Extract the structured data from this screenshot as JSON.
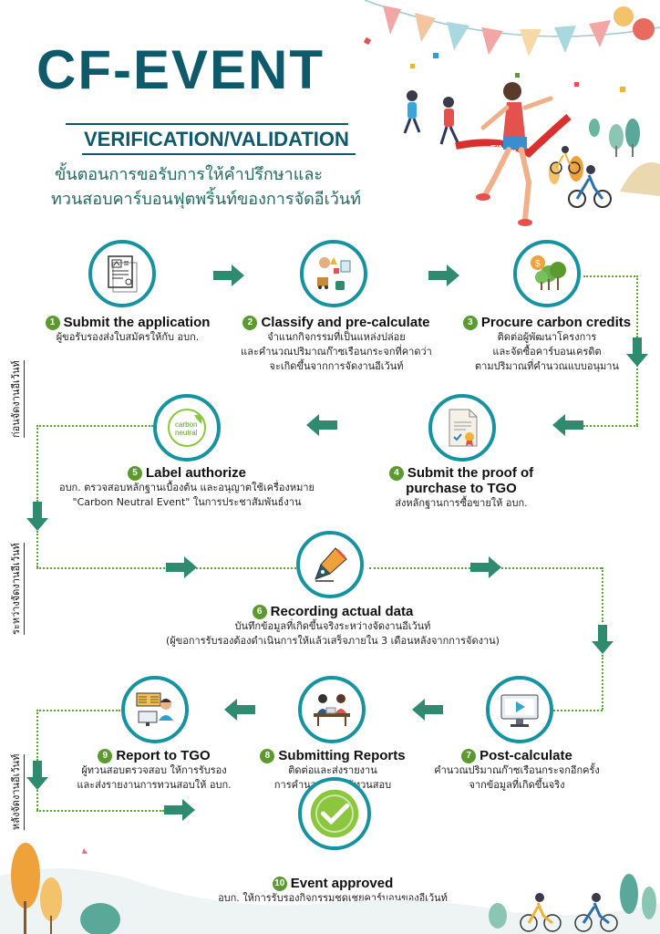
{
  "header": {
    "title": "CF-EVENT",
    "subtitle": "VERIFICATION/VALIDATION",
    "thai_line1": "ขั้นตอนการขอรับการให้คำปรึกษาและ",
    "thai_line2": "ทวนสอบคาร์บอนฟุตพริ้นท์ของการจัดอีเว้นท์",
    "finish_banner": "FINISH"
  },
  "phases": {
    "before": "ก่อนจัดงานอีเว้นท์",
    "during": "ระหว่างจัดงานอีเว้นท์",
    "after": "หลังจัดงานอีเว้นท์"
  },
  "steps": [
    {
      "num": "1",
      "title": "Submit the application",
      "desc": [
        "ผู้ขอรับรองส่งใบสมัครให้กับ อบก."
      ],
      "icon": "application-form-icon"
    },
    {
      "num": "2",
      "title": "Classify and pre-calculate",
      "desc": [
        "จำแนกกิจกรรมที่เป็นแหล่งปล่อย",
        "และคำนวณปริมาณก๊าซเรือนกระจกที่คาดว่า",
        "จะเกิดขึ้นจากการจัดงานอีเว้นท์"
      ],
      "icon": "activities-icon"
    },
    {
      "num": "3",
      "title": "Procure carbon credits",
      "desc": [
        "ติดต่อผู้พัฒนาโครงการ",
        "และจัดซื้อคาร์บอนเครดิต",
        "ตามปริมาณที่คำนวณแบบอนุมาน"
      ],
      "icon": "trees-coin-icon"
    },
    {
      "num": "4",
      "title": "Submit the proof of",
      "title2": "purchase to TGO",
      "desc": [
        "ส่งหลักฐานการซื้อขายให้ อบก."
      ],
      "icon": "certificate-icon"
    },
    {
      "num": "5",
      "title": "Label authorize",
      "desc": [
        "อบก. ตรวจสอบหลักฐานเบื้องต้น และอนุญาตใช้เครื่องหมาย",
        "\"Carbon Neutral Event\" ในการประชาสัมพันธ์งาน"
      ],
      "icon": "carbon-neutral-label-icon",
      "label_text": [
        "carbon",
        "neutral"
      ]
    },
    {
      "num": "6",
      "title": "Recording actual data",
      "desc": [
        "บันทึกข้อมูลที่เกิดขึ้นจริงระหว่างจัดงานอีเว้นท์",
        "(ผู้ขอการรับรองต้องดำเนินการให้แล้วเสร็จภายใน 3 เดือนหลังจากการจัดงาน)"
      ],
      "icon": "pen-nib-icon"
    },
    {
      "num": "7",
      "title": "Post-calculate",
      "desc": [
        "คำนวณปริมาณก๊าซเรือนกระจกอีกครั้ง",
        "จากข้อมูลที่เกิดขึ้นจริง"
      ],
      "icon": "monitor-icon"
    },
    {
      "num": "8",
      "title": "Submitting Reports",
      "desc": [
        "ติดต่อและส่งรายงาน",
        "การคำนวณไปยังผู้ทวนสอบ"
      ],
      "icon": "meeting-icon"
    },
    {
      "num": "9",
      "title": "Report to TGO",
      "desc": [
        "ผู้ทวนสอบตรวจสอบ ให้การรับรอง",
        "และส่งรายงานการทวนสอบให้ อบก."
      ],
      "icon": "reviewer-icon"
    },
    {
      "num": "10",
      "title": "Event approved",
      "desc": [
        "อบก. ให้การรับรองกิจกรรมชดเชยคาร์บอนของอีเว้นท์"
      ],
      "icon": "checkmark-icon"
    }
  ],
  "colors": {
    "teal": "#1593a0",
    "title": "#0e5a6b",
    "green": "#5a9a2e",
    "arrow": "#2e8b6e",
    "dotted": "#58a82e"
  }
}
